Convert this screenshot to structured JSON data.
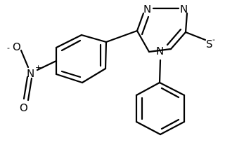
{
  "molecule": {
    "labels": {
      "nitro_o_top": "O",
      "nitro_n": "N",
      "nitro_o_bottom": "O",
      "triazole_n1": "N",
      "triazole_n2": "N",
      "triazole_n4": "N",
      "thiol_s": "S"
    },
    "charges": {
      "nitro_o_top": "-",
      "nitro_n": "+",
      "thiol_s": "-"
    }
  }
}
